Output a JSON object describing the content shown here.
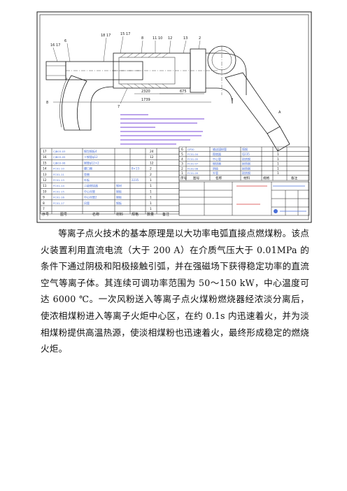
{
  "drawing": {
    "colors": {
      "line": "#1a1a1a",
      "accent": "#4a6fd8",
      "note": "#7a4ad8",
      "red": "#d43a3a"
    },
    "dimensions": {
      "d1": "2320",
      "d2": "675",
      "d3": "1739"
    },
    "parts_left": [
      {
        "no": "17",
        "code": "CJB03-03",
        "name": "钢包钢板4",
        "qty": "24"
      },
      {
        "no": "16",
        "code": "CJB03-05",
        "name": "十钢管φ12",
        "qty": "12"
      },
      {
        "no": "15",
        "code": "CJB03-06",
        "name": "钢管φ12×2",
        "qty": "12"
      },
      {
        "no": "14",
        "code": "FC01-10",
        "name": "螺口圈",
        "spec": "8×13",
        "qty": "2"
      },
      {
        "no": "13",
        "code": "FC01-11",
        "name": "垫圈",
        "qty": "2"
      },
      {
        "no": "12",
        "code": "FC01-13",
        "name": "叶板",
        "spec": "2235",
        "qty": "1"
      },
      {
        "no": "11",
        "code": "FC01-14",
        "name": "二级燃烧器",
        "material": "钢材",
        "qty": "1"
      },
      {
        "no": "10",
        "code": "FC01-15",
        "name": "中心风管",
        "material": "钢板",
        "qty": "1"
      },
      {
        "no": "9",
        "code": "FC01-16",
        "name": "中心风管2",
        "material": "钢板",
        "qty": "1"
      },
      {
        "no": "8",
        "code": "FC01-17",
        "name": "风管",
        "material": "钢板",
        "qty": "1"
      },
      {
        "no": "7",
        "code": "",
        "name": "",
        "material": "",
        "qty": "1"
      }
    ],
    "parts_right": [
      {
        "no": "6",
        "code": "GP30",
        "name": "输送煤粉管",
        "material": "铸钢",
        "qty": "1"
      },
      {
        "no": "5",
        "code": "FC01-04",
        "name": "稳燃器",
        "material": "Q235",
        "qty": "1"
      },
      {
        "no": "4",
        "code": "FC01-05",
        "name": "中心管",
        "material": "耐热钢",
        "qty": "1"
      },
      {
        "no": "3",
        "code": "FC01-07",
        "name": "燃烧器",
        "material": "耐热钢",
        "qty": "1"
      },
      {
        "no": "2",
        "code": "FC01-08",
        "name": "阴极",
        "material": "耐热钢",
        "qty": "1"
      },
      {
        "no": "1",
        "code": "FC01-09",
        "name": "外管",
        "material": "耐热钢",
        "qty": "1"
      }
    ],
    "header_left": [
      "序号",
      "图号",
      "名称",
      "材料",
      "规格",
      "数量",
      "备注"
    ],
    "header_right": [
      "序号",
      "图号",
      "名称",
      "材料",
      "规格",
      "备注"
    ]
  },
  "paragraph": "等离子点火技术的基本原理是以大功率电弧直接点燃煤粉。该点火装置利用直流电流（大于 200 A）在介质气压大于 0.01MPa 的条件下通过阴极和阳极接触引弧，并在强磁场下获得稳定功率的直流空气等离子体。其连续可调功率范围为 50～150 kW，中心温度可达 6000 ℃。一次风粉送入等离子点火煤粉燃烧器经浓淡分离后，使浓相煤粉进入等离子火炬中心区，在约 0.1s 内迅速着火，并为淡相煤粉提供高温热源，使淡相煤粉也迅速着火，最终形成稳定的燃烧火炬。"
}
